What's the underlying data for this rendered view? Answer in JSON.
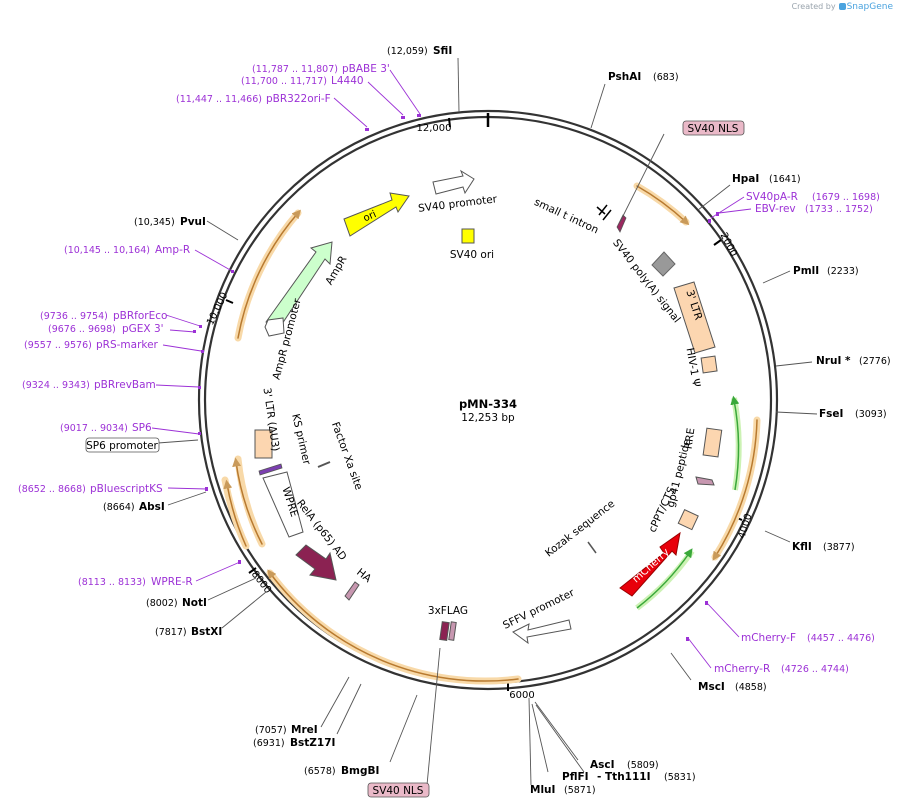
{
  "credit": {
    "prefix": "Created by",
    "brand": "SnapGene"
  },
  "plasmid": {
    "name": "pMN-334",
    "size": "12,253 bp"
  },
  "ticks": [
    {
      "label": "2000",
      "bp": 2000
    },
    {
      "label": "4000",
      "bp": 4000
    },
    {
      "label": "6000",
      "bp": 6000
    },
    {
      "label": "8000",
      "bp": 8000
    },
    {
      "label": "10,000",
      "bp": 10000
    },
    {
      "label": "12,000",
      "bp": 12000
    }
  ],
  "enzymes": [
    {
      "name": "SfiI",
      "pos": "(12,059)",
      "side": "left"
    },
    {
      "name": "PshAI",
      "pos": "(683)",
      "side": "right"
    },
    {
      "name": "HpaI",
      "pos": "(1641)",
      "side": "right"
    },
    {
      "name": "PmlI",
      "pos": "(2233)",
      "side": "right"
    },
    {
      "name": "NruI *",
      "pos": "(2776)",
      "side": "right"
    },
    {
      "name": "FseI",
      "pos": "(3093)",
      "side": "right"
    },
    {
      "name": "KflI",
      "pos": "(3877)",
      "side": "right"
    },
    {
      "name": "MscI",
      "pos": "(4858)",
      "side": "right"
    },
    {
      "name": "AscI",
      "pos": "(5809)",
      "side": "right"
    },
    {
      "name": "Tth111I",
      "pos": "(5831)",
      "side": "right",
      "prefix": "- "
    },
    {
      "name": "PflFI",
      "pos": "",
      "side": "left"
    },
    {
      "name": "MluI",
      "pos": "(5871)",
      "side": "right"
    },
    {
      "name": "BmgBI",
      "pos": "(6578)",
      "side": "left"
    },
    {
      "name": "BstZ17I",
      "pos": "(6931)",
      "side": "left"
    },
    {
      "name": "MreI",
      "pos": "(7057)",
      "side": "left"
    },
    {
      "name": "BstXI",
      "pos": "(7817)",
      "side": "left"
    },
    {
      "name": "NotI",
      "pos": "(8002)",
      "side": "left"
    },
    {
      "name": "AbsI",
      "pos": "(8664)",
      "side": "left"
    },
    {
      "name": "PvuI",
      "pos": "(10,345)",
      "side": "left"
    }
  ],
  "primers": [
    {
      "name": "pBABE 3'",
      "pos": "(11,787 .. 11,807)",
      "side": "left"
    },
    {
      "name": "L4440",
      "pos": "(11,700 .. 11,717)",
      "side": "left"
    },
    {
      "name": "pBR322ori-F",
      "pos": "(11,447 .. 11,466)",
      "side": "left"
    },
    {
      "name": "SV40pA-R",
      "pos": "(1679 .. 1698)",
      "side": "right"
    },
    {
      "name": "EBV-rev",
      "pos": "(1733 .. 1752)",
      "side": "right"
    },
    {
      "name": "mCherry-F",
      "pos": "(4457 .. 4476)",
      "side": "right"
    },
    {
      "name": "mCherry-R",
      "pos": "(4726 .. 4744)",
      "side": "right"
    },
    {
      "name": "WPRE-R",
      "pos": "(8113 .. 8133)",
      "side": "left"
    },
    {
      "name": "pBluescriptKS",
      "pos": "(8652 .. 8668)",
      "side": "left"
    },
    {
      "name": "SP6",
      "pos": "(9017 .. 9034)",
      "side": "left"
    },
    {
      "name": "pBRrevBam",
      "pos": "(9324 .. 9343)",
      "side": "left"
    },
    {
      "name": "pRS-marker",
      "pos": "(9557 .. 9576)",
      "side": "left"
    },
    {
      "name": "pGEX 3'",
      "pos": "(9676 .. 9698)",
      "side": "left"
    },
    {
      "name": "pBRforEco",
      "pos": "(9736 .. 9754)",
      "side": "left"
    },
    {
      "name": "Amp-R",
      "pos": "(10,145 .. 10,164)",
      "side": "left"
    }
  ],
  "boxed_labels": [
    {
      "text": "SV40 NLS",
      "style": "pink"
    },
    {
      "text": "SV40 NLS",
      "style": "pink"
    },
    {
      "text": "SP6 promoter",
      "style": "white"
    }
  ],
  "features": [
    {
      "name": "SV40 promoter"
    },
    {
      "name": "SV40 ori"
    },
    {
      "name": "ori"
    },
    {
      "name": "AmpR"
    },
    {
      "name": "AmpR promoter"
    },
    {
      "name": "small t intron"
    },
    {
      "name": "SV40 poly(A) signal"
    },
    {
      "name": "3' LTR"
    },
    {
      "name": "HIV-1 Ψ"
    },
    {
      "name": "RRE"
    },
    {
      "name": "gp41 peptide"
    },
    {
      "name": "cPPT/CTS"
    },
    {
      "name": "Kozak sequence"
    },
    {
      "name": "mCherry"
    },
    {
      "name": "SFFV promoter"
    },
    {
      "name": "3xFLAG"
    },
    {
      "name": "HA"
    },
    {
      "name": "RelA (p65) AD"
    },
    {
      "name": "WPRE"
    },
    {
      "name": "KS primer"
    },
    {
      "name": "Factor Xa site"
    },
    {
      "name": "3' LTR (ΔU3)"
    }
  ],
  "colors": {
    "backbone": "#333333",
    "enzyme_line": "#555555",
    "primer": "#9c31d6",
    "orf_arrow": "#f0c080",
    "ori": "#ffff00",
    "ampr": "#ccffcc",
    "mcherry": "#e8000b",
    "relA": "#8b2252",
    "ltr": "#fcd6b0",
    "grey_box": "#999999",
    "nls_box": "#eab9c8"
  }
}
